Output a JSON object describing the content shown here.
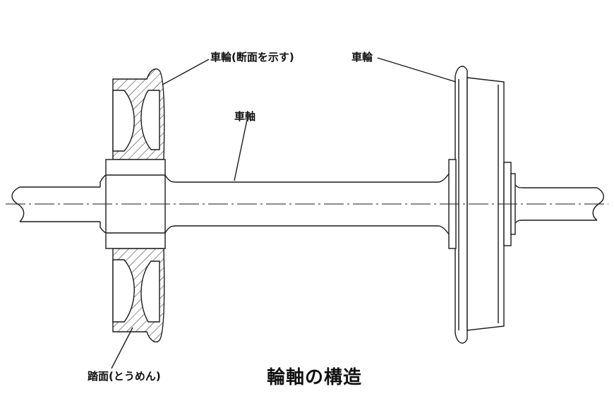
{
  "diagram": {
    "title": "輪軸の構造",
    "labels": {
      "wheel_section": "車輪(断面を示す)",
      "wheel": "車輪",
      "axle": "車軸",
      "tread": "踏面(とうめん)"
    },
    "colors": {
      "line": "#1a1a1a",
      "paper": "#ffffff"
    }
  }
}
